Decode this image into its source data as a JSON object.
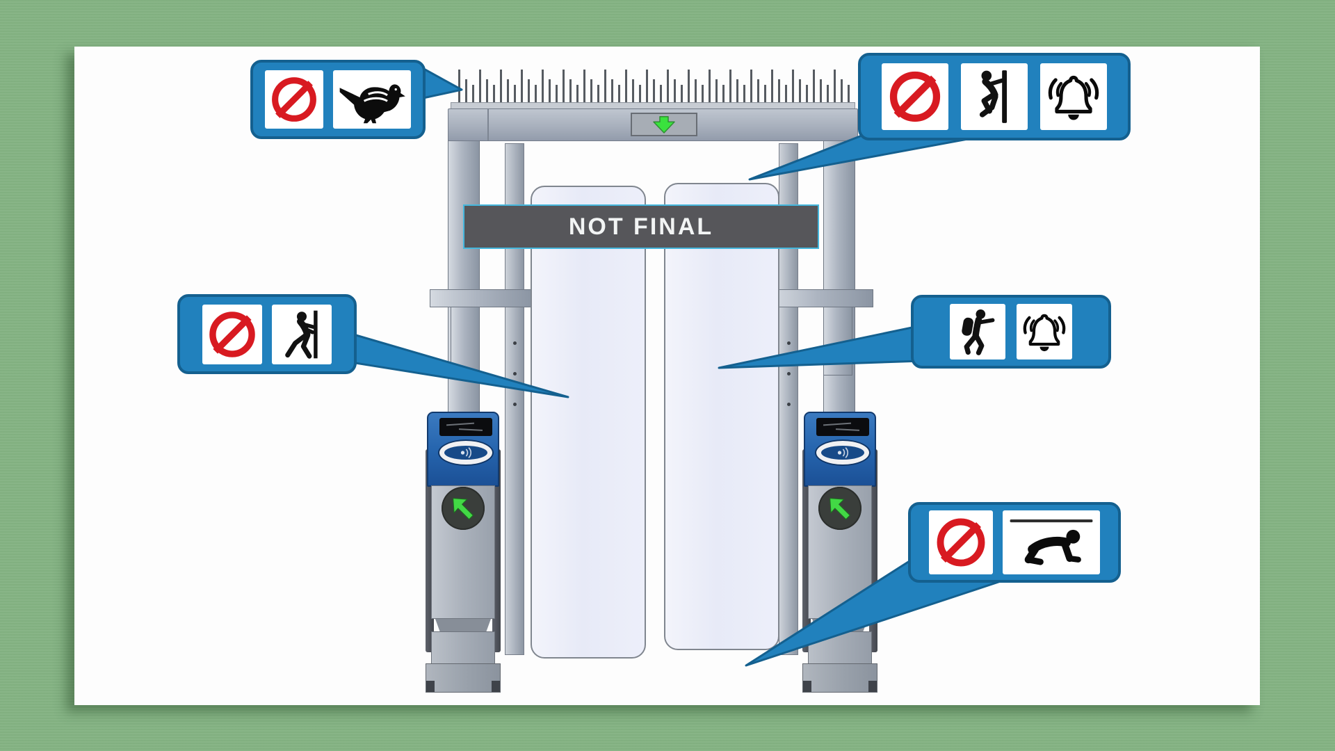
{
  "scene": {
    "background_color": "#84b383",
    "card_color": "#fdfdfd",
    "description": "CAD render of a transit fare gate with behaviour callout signs"
  },
  "gate": {
    "banner_text": "NOT FINAL",
    "colors": {
      "callout_blue": "#2181bd",
      "callout_border": "#14608f",
      "banner_bg": "#56565a",
      "banner_border": "#45b7dd",
      "metal_light": "#c6ccd4",
      "metal_dark": "#8d96a4",
      "pedestal_blue": "#2665ae",
      "arrow_green": "#3ae23e",
      "prohibition_red": "#d81a21",
      "glass_panel": "#eaecf8"
    },
    "features": {
      "anti_bird_spikes": true,
      "glass_panels": 2,
      "pedestals": 2,
      "beam_indicator": "green-down-arrow",
      "pedestal_indicator": "green-up-left-arrow"
    }
  },
  "callouts": [
    {
      "id": "no-pigeons",
      "icons": [
        "prohibition-icon",
        "pigeon-icon"
      ],
      "points_to": "anti-bird spikes on top beam"
    },
    {
      "id": "no-climbing-alarm",
      "icons": [
        "prohibition-icon",
        "person-climbing-icon",
        "alarm-bell-icon"
      ],
      "points_to": "top of gate barrier"
    },
    {
      "id": "no-pushing",
      "icons": [
        "prohibition-icon",
        "person-pushing-icon"
      ],
      "points_to": "left gate panel"
    },
    {
      "id": "tailgating-alarm",
      "icons": [
        "person-tailgating-icon",
        "alarm-bell-icon"
      ],
      "points_to": "right gate panel"
    },
    {
      "id": "no-crawling",
      "icons": [
        "prohibition-icon",
        "person-crawling-icon"
      ],
      "points_to": "gap under gate panels"
    }
  ]
}
